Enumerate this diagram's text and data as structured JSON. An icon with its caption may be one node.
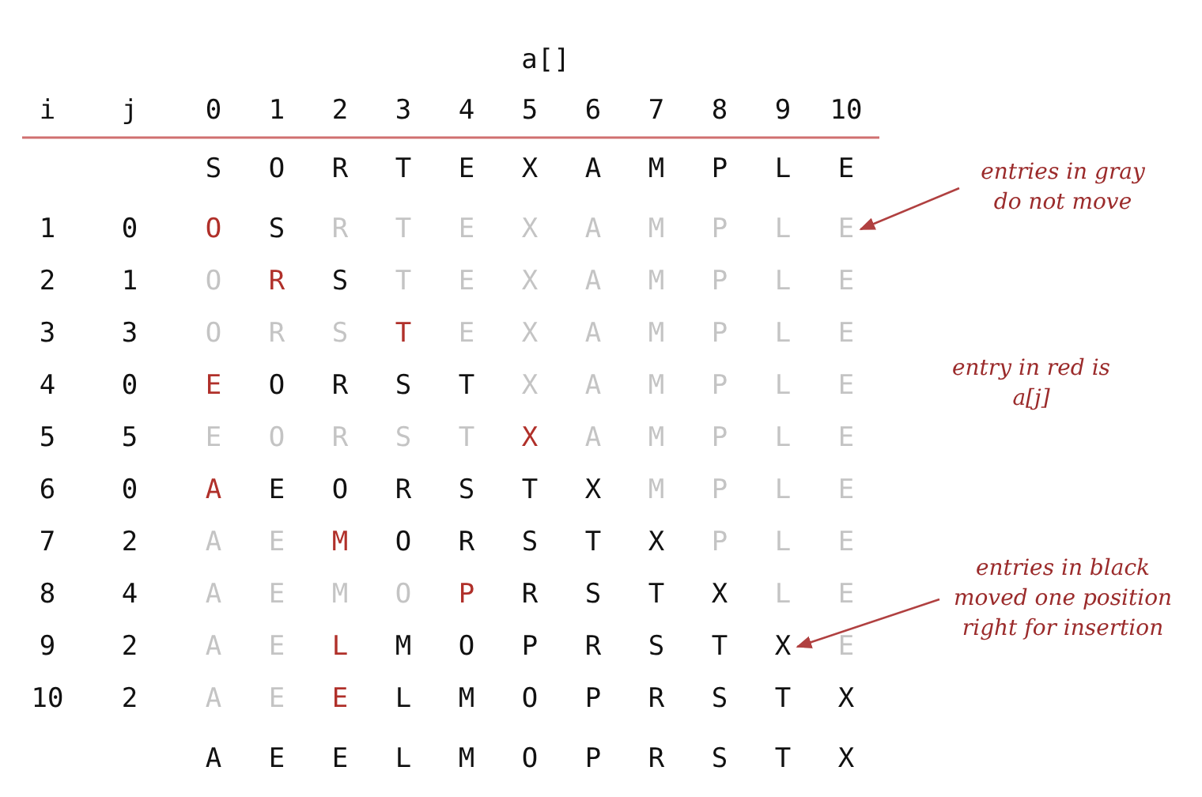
{
  "diagram": {
    "nodes": [
      {
        "text": [
          "entries in gray do not move"
        ]
      },
      {
        "text": [
          "E"
        ]
      },
      {
        "text": [
          "entry in red is a[j]"
        ]
      },
      {
        "text": [
          "entries in black moved one position right for insertion"
        ]
      },
      {
        "text": [
          "X"
        ]
      }
    ],
    "edges": [
      {
        "from": 0,
        "to": 1,
        "arrow": "to"
      },
      {
        "from": 3,
        "to": 4,
        "arrow": "to"
      }
    ],
    "labels": [
      "a[]",
      "i",
      "j",
      "0",
      "1",
      "2",
      "3",
      "4",
      "5",
      "6",
      "7",
      "8",
      "9",
      "10",
      "S",
      "O",
      "R",
      "T",
      "E",
      "X",
      "A",
      "M",
      "P",
      "L",
      "E",
      "1",
      "0",
      "O",
      "S",
      "R",
      "T",
      "E",
      "X",
      "A",
      "M",
      "P",
      "L",
      "2",
      "1",
      "O",
      "R",
      "S",
      "T",
      "E",
      "X",
      "A",
      "M",
      "P",
      "L",
      "E",
      "3",
      "3",
      "O",
      "R",
      "S",
      "T",
      "E",
      "X",
      "A",
      "M",
      "P",
      "L",
      "E",
      "4",
      "0",
      "E",
      "O",
      "R",
      "S",
      "T",
      "X",
      "A",
      "M",
      "P",
      "L",
      "E",
      "5",
      "5",
      "E",
      "O",
      "R",
      "S",
      "T",
      "X",
      "A",
      "M",
      "P",
      "L",
      "E",
      "6",
      "0",
      "A",
      "E",
      "O",
      "R",
      "S",
      "T",
      "X",
      "M",
      "P",
      "L",
      "E",
      "7",
      "2",
      "A",
      "E",
      "M",
      "O",
      "R",
      "S",
      "T",
      "X",
      "P",
      "L",
      "E",
      "8",
      "4",
      "A",
      "E",
      "M",
      "O",
      "P",
      "R",
      "S",
      "T",
      "X",
      "L",
      "E",
      "9",
      "2",
      "A",
      "E",
      "L",
      "M",
      "O",
      "P",
      "R",
      "S",
      "T",
      "E",
      "10",
      "2",
      "A",
      "E",
      "E",
      "L",
      "M",
      "O",
      "P",
      "R",
      "S",
      "T",
      "X",
      "A",
      "E",
      "E",
      "L",
      "M",
      "O",
      "P",
      "R",
      "S",
      "T",
      "X"
    ]
  }
}
